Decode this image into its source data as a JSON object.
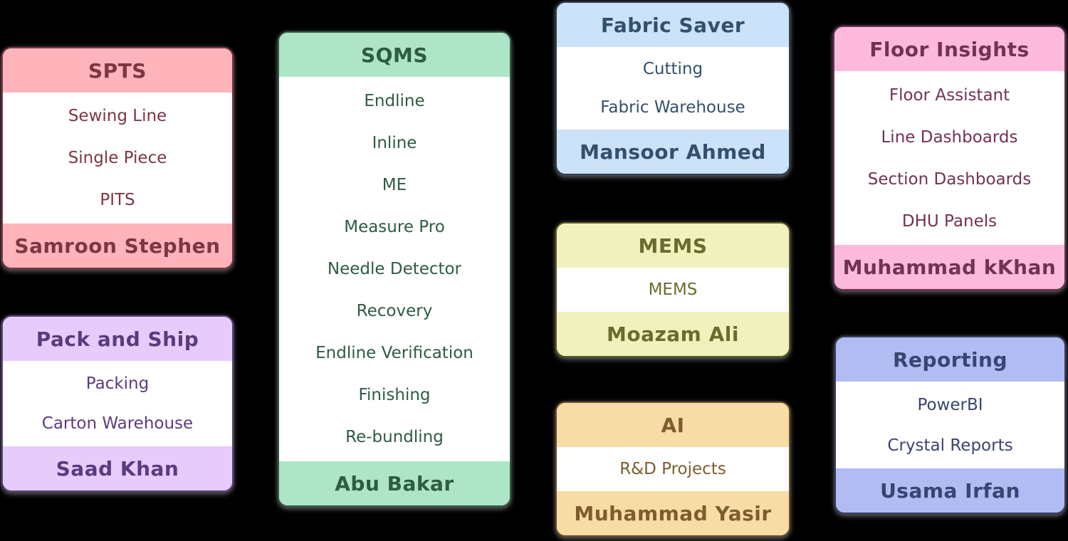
{
  "canvas": {
    "background": "#000000",
    "card_body_color": "#FFFFFF"
  },
  "cards": [
    {
      "id": "spts",
      "title": "SPTS",
      "items": [
        "Sewing Line",
        "Single Piece",
        "PITS"
      ],
      "owner": "Samroon Stephen",
      "colors": {
        "band": "#FFB3BA",
        "border": "#7D3540",
        "text": "#7E3642"
      }
    },
    {
      "id": "pack-and-ship",
      "title": "Pack and Ship",
      "items": [
        "Packing",
        "Carton Warehouse"
      ],
      "owner": "Saad Khan",
      "colors": {
        "band": "#E6CCFA",
        "border": "#5F4080",
        "text": "#5C3A80"
      }
    },
    {
      "id": "sqms",
      "title": "SQMS",
      "items": [
        "Endline",
        "Inline",
        "ME",
        "Measure Pro",
        "Needle Detector",
        "Recovery",
        "Endline Verification",
        "Finishing",
        "Re-bundling"
      ],
      "owner": "Abu Bakar",
      "colors": {
        "band": "#AEE5C8",
        "border": "#2E5C40",
        "text": "#2E5C42"
      }
    },
    {
      "id": "fabric-saver",
      "title": "Fabric Saver",
      "items": [
        "Cutting",
        "Fabric Warehouse"
      ],
      "owner": "Mansoor Ahmed",
      "colors": {
        "band": "#CCE2F8",
        "border": "#2E4057",
        "text": "#33506E"
      }
    },
    {
      "id": "mems",
      "title": "MEMS",
      "items": [
        "MEMS"
      ],
      "owner": "Moazam Ali",
      "colors": {
        "band": "#F0F2BE",
        "border": "#5C5C28",
        "text": "#6B6B2E"
      }
    },
    {
      "id": "ai",
      "title": "AI",
      "items": [
        "R&D Projects"
      ],
      "owner": "Muhammad Yasir",
      "colors": {
        "band": "#F7DCA6",
        "border": "#6B4E26",
        "text": "#7E5C2E"
      }
    },
    {
      "id": "floor-insights",
      "title": "Floor Insights",
      "items": [
        "Floor Assistant",
        "Line Dashboards",
        "Section Dashboards",
        "DHU Panels"
      ],
      "owner": "Muhammad kKhan",
      "colors": {
        "band": "#FCB9DC",
        "border": "#6E2E52",
        "text": "#743055"
      }
    },
    {
      "id": "reporting",
      "title": "Reporting",
      "items": [
        "PowerBI",
        "Crystal Reports"
      ],
      "owner": "Usama Irfan",
      "colors": {
        "band": "#B0BCF2",
        "border": "#333D66",
        "text": "#3A4472"
      }
    }
  ]
}
